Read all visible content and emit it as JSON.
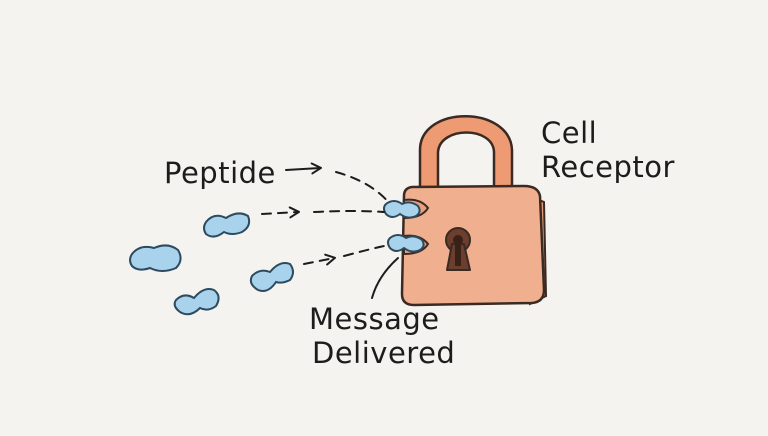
{
  "labels": {
    "peptide": "Peptide",
    "cell_receptor_line1": "Cell",
    "cell_receptor_line2": "Receptor",
    "message_line1": "Message",
    "message_line2": "Delivered"
  },
  "colors": {
    "background": "#f4f3ef",
    "lock_body": "#f0b08f",
    "lock_shackle": "#ee9a73",
    "peptide_blue": "#a9d3ec",
    "ink": "#1c1c1c"
  },
  "icons": {
    "lock": "padlock-icon",
    "peptide": "peptide-molecule-icon"
  }
}
